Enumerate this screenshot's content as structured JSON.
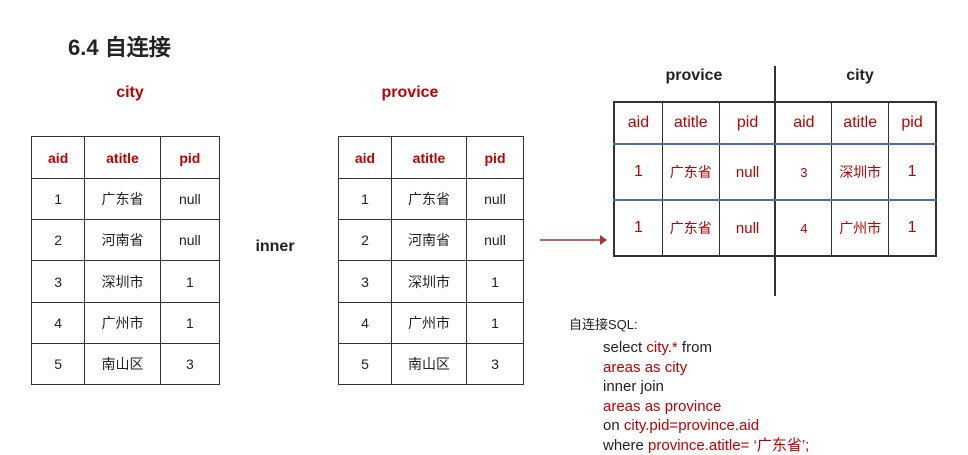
{
  "title": "6.4 自连接",
  "left_table": {
    "label": "city",
    "headers": [
      "aid",
      "atitle",
      "pid"
    ],
    "rows": [
      [
        "1",
        "广东省",
        "null"
      ],
      [
        "2",
        "河南省",
        "null"
      ],
      [
        "3",
        "深圳市",
        "1"
      ],
      [
        "4",
        "广州市",
        "1"
      ],
      [
        "5",
        "南山区",
        "3"
      ]
    ]
  },
  "join_label": "inner",
  "middle_table": {
    "label": "provice",
    "headers": [
      "aid",
      "atitle",
      "pid"
    ],
    "rows": [
      [
        "1",
        "广东省",
        "null"
      ],
      [
        "2",
        "河南省",
        "null"
      ],
      [
        "3",
        "深圳市",
        "1"
      ],
      [
        "4",
        "广州市",
        "1"
      ],
      [
        "5",
        "南山区",
        "3"
      ]
    ]
  },
  "result": {
    "left_label": "provice",
    "right_label": "city",
    "headers": [
      "aid",
      "atitle",
      "pid",
      "aid",
      "atitle",
      "pid"
    ],
    "rows": [
      [
        "1",
        "广东省",
        "null",
        "3",
        "深圳市",
        "1"
      ],
      [
        "1",
        "广东省",
        "null",
        "4",
        "广州市",
        "1"
      ]
    ]
  },
  "sql": {
    "heading": "自连接SQL:",
    "line1_a": "select ",
    "line1_b": "city.*",
    "line1_c": " from",
    "line2": "areas as city",
    "line3": "inner join",
    "line4": "areas as province",
    "line5_a": "on ",
    "line5_b": "city.pid=province.aid",
    "line6_a": "where ",
    "line6_b": "province.atitle= ‘广东省’;"
  }
}
